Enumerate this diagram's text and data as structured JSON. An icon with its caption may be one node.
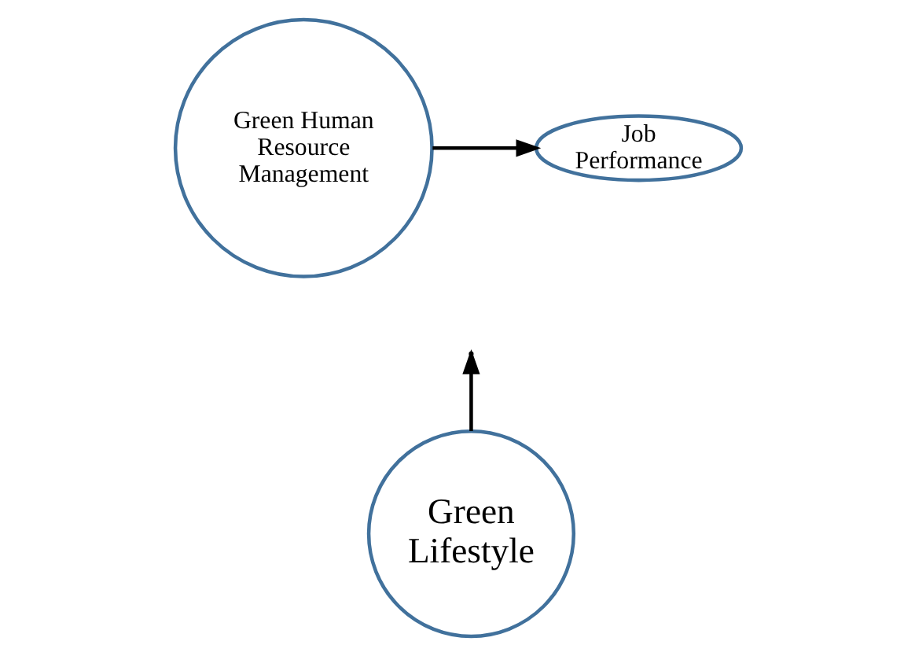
{
  "diagram": {
    "nodes": [
      {
        "text": [
          "Green Human Resource Management"
        ]
      },
      {
        "text": [
          "Job Performance"
        ]
      },
      {
        "text": [
          "Green Lifestyle"
        ]
      }
    ],
    "edges": [
      {
        "from": 0,
        "to": 1,
        "arrow": "to"
      },
      {
        "from": 2,
        "to": null,
        "arrow": "to"
      }
    ]
  }
}
